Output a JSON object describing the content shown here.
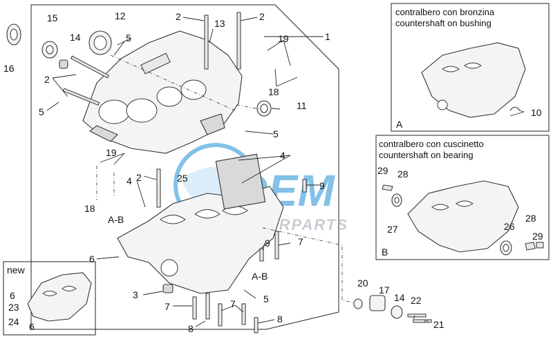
{
  "callouts": {
    "n1": "1",
    "n2a": "2",
    "n2b": "2",
    "n2c": "2",
    "n2d": "2",
    "n3": "3",
    "n4a": "4",
    "n4b": "4",
    "n5a": "5",
    "n5b": "5",
    "n5c": "5",
    "n5d": "5",
    "n6": "6",
    "n6a": "6",
    "n6b": "6",
    "n7a": "7",
    "n7b": "7",
    "n7c": "7",
    "n8a": "8",
    "n8b": "8",
    "n9a": "9",
    "n9b": "9",
    "n10": "10",
    "n11": "11",
    "n12": "12",
    "n13": "13",
    "n14a": "14",
    "n14b": "14",
    "n15": "15",
    "n16": "16",
    "n17": "17",
    "n18a": "18",
    "n18b": "18",
    "n19a": "19",
    "n19b": "19",
    "n20": "20",
    "n21": "21",
    "n22": "22",
    "n23": "23",
    "n24": "24",
    "n25": "25",
    "n26": "26",
    "n27": "27",
    "n28a": "28",
    "n28b": "28",
    "n29a": "29",
    "n29b": "29",
    "ab1": "A-B",
    "ab2": "A-B"
  },
  "box_a": {
    "line1": "contralbero con bronzina",
    "line2": "countershaft on bushing",
    "letter": "A"
  },
  "box_b": {
    "line1": "contralbero con cuscinetto",
    "line2": "countershaft on bearing",
    "letter": "B"
  },
  "box_new": {
    "label": "new"
  },
  "watermark": {
    "brand": "OEM",
    "sub": "MOTORPARTS"
  },
  "colors": {
    "watermark": "#1e8fd8",
    "line": "#222222"
  }
}
